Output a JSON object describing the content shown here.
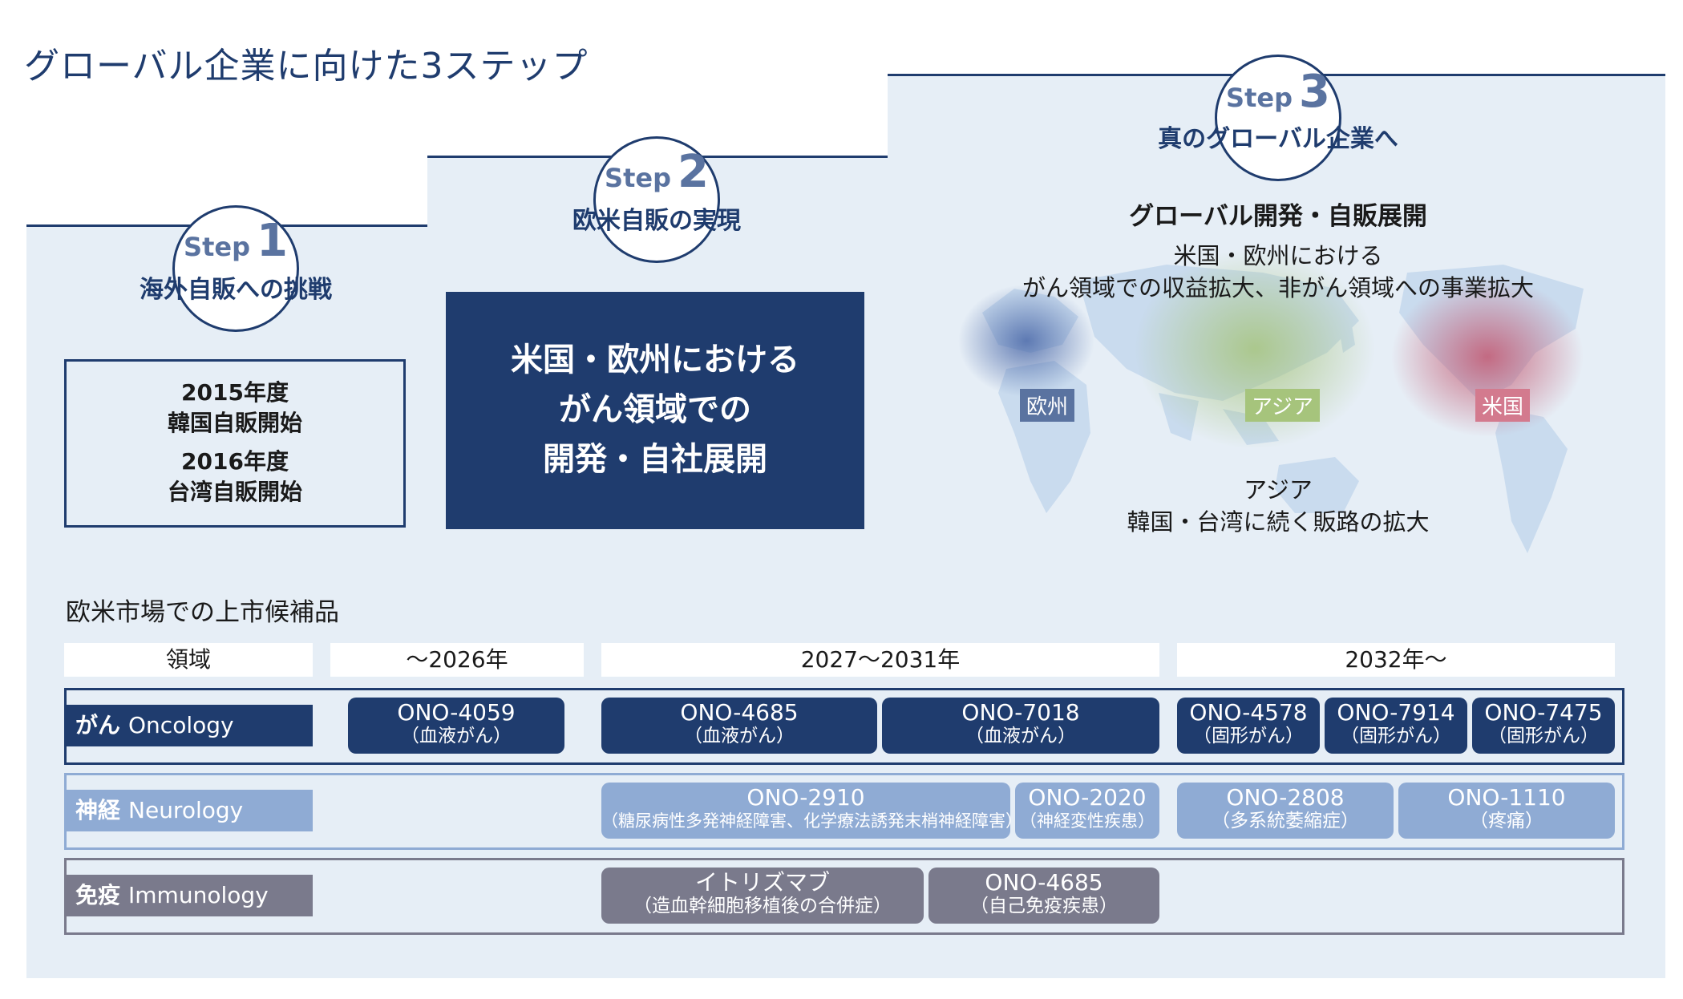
{
  "title": "グローバル企業に向けた3ステップ",
  "steps": [
    {
      "word": "Step",
      "num": "1",
      "title": "海外自販への挑戦"
    },
    {
      "word": "Step",
      "num": "2",
      "title": "欧米自販の実現"
    },
    {
      "word": "Step",
      "num": "3",
      "title": "真のグローバル企業へ"
    }
  ],
  "step1_box": [
    "2015年度",
    "韓国自販開始",
    "2016年度",
    "台湾自販開始"
  ],
  "step2_box": [
    "米国・欧州における",
    "がん領域での",
    "開発・自社展開"
  ],
  "step3": {
    "heading": "グローバル開発・自販展開",
    "text1": "米国・欧州における",
    "text2": "がん領域での収益拡大、非がん領域への事業拡大",
    "asia1": "アジア",
    "asia2": "韓国・台湾に続く販路の拡大",
    "regions": {
      "europe": "欧州",
      "asia": "アジア",
      "us": "米国"
    }
  },
  "colors": {
    "navy": "#1f3c6e",
    "neurology": "#8fabd4",
    "immunology": "#7a7a8c",
    "panel": "#e6eef6"
  },
  "pipeline": {
    "section_title": "欧米市場での上市候補品",
    "columns": [
      "領域",
      "～2026年",
      "2027～2031年",
      "2032年～"
    ],
    "rows": [
      {
        "jp": "がん",
        "en": "Oncology",
        "items": [
          {
            "code": "ONO-4059",
            "ind": "（血液がん）"
          },
          {
            "code": "ONO-4685",
            "ind": "（血液がん）"
          },
          {
            "code": "ONO-7018",
            "ind": "（血液がん）"
          },
          {
            "code": "ONO-4578",
            "ind": "（固形がん）"
          },
          {
            "code": "ONO-7914",
            "ind": "（固形がん）"
          },
          {
            "code": "ONO-7475",
            "ind": "（固形がん）"
          }
        ]
      },
      {
        "jp": "神経",
        "en": "Neurology",
        "items": [
          {
            "code": "ONO-2910",
            "ind": "（糖尿病性多発神経障害、化学療法誘発末梢神経障害）"
          },
          {
            "code": "ONO-2020",
            "ind": "（神経変性疾患）"
          },
          {
            "code": "ONO-2808",
            "ind": "（多系統萎縮症）"
          },
          {
            "code": "ONO-1110",
            "ind": "（疼痛）"
          }
        ]
      },
      {
        "jp": "免疫",
        "en": "Immunology",
        "items": [
          {
            "code": "イトリズマブ",
            "ind": "（造血幹細胞移植後の合併症）"
          },
          {
            "code": "ONO-4685",
            "ind": "（自己免疫疾患）"
          }
        ]
      }
    ]
  }
}
